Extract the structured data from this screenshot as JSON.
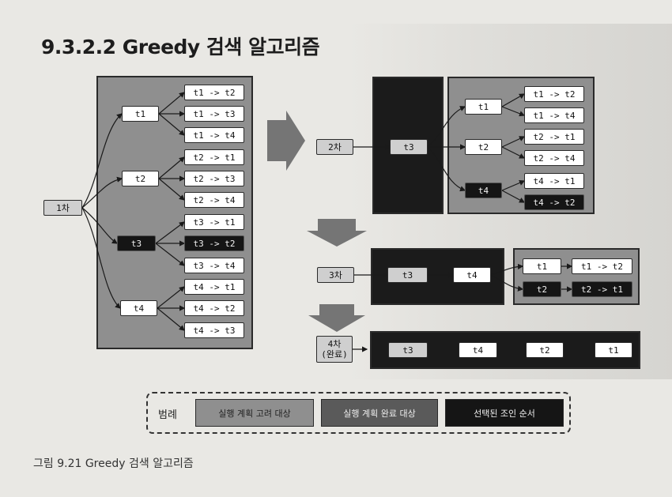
{
  "title": "9.3.2.2 Greedy 검색 알고리즘",
  "caption": "그림 9.21 Greedy 검색 알고리즘",
  "legend": {
    "label": "범례",
    "items": [
      {
        "label": "실행 계획 고려 대상",
        "fill": "#8f8f8f",
        "text": "#222222"
      },
      {
        "label": "실행 계획 완료 대상",
        "fill": "#5a5a5a",
        "text": "#eeeeee"
      },
      {
        "label": "선택된 조인 순서",
        "fill": "#151515",
        "text": "#f2f2f2"
      }
    ]
  },
  "stage1": {
    "start": "1차",
    "tables": [
      "t1",
      "t2",
      "t3",
      "t4"
    ],
    "pairs": [
      "t1 -> t2",
      "t1 -> t3",
      "t1 -> t4",
      "t2 -> t1",
      "t2 -> t3",
      "t2 -> t4",
      "t3 -> t1",
      "t3 -> t2",
      "t3 -> t4",
      "t4 -> t1",
      "t4 -> t2",
      "t4 -> t3"
    ]
  },
  "stage2": {
    "start": "2차",
    "fixed": "t3",
    "tables": [
      "t1",
      "t2",
      "t4"
    ],
    "pairs": [
      "t1 -> t2",
      "t1 -> t4",
      "t2 -> t1",
      "t2 -> t4",
      "t4 -> t1",
      "t4 -> t2"
    ]
  },
  "stage3": {
    "start": "3차",
    "fixed": [
      "t3",
      "t4"
    ],
    "tables": [
      "t1",
      "t2"
    ],
    "pairs": [
      "t1 -> t2",
      "t2 -> t1"
    ]
  },
  "stage4": {
    "start_line1": "4차",
    "start_line2": "(완료)",
    "order": [
      "t3",
      "t4",
      "t2",
      "t1"
    ]
  },
  "colors": {
    "light_panel": "#8f8f8f",
    "dark_panel": "#1b1b1b",
    "selected": "#151515",
    "candidate": "#ffffff"
  }
}
